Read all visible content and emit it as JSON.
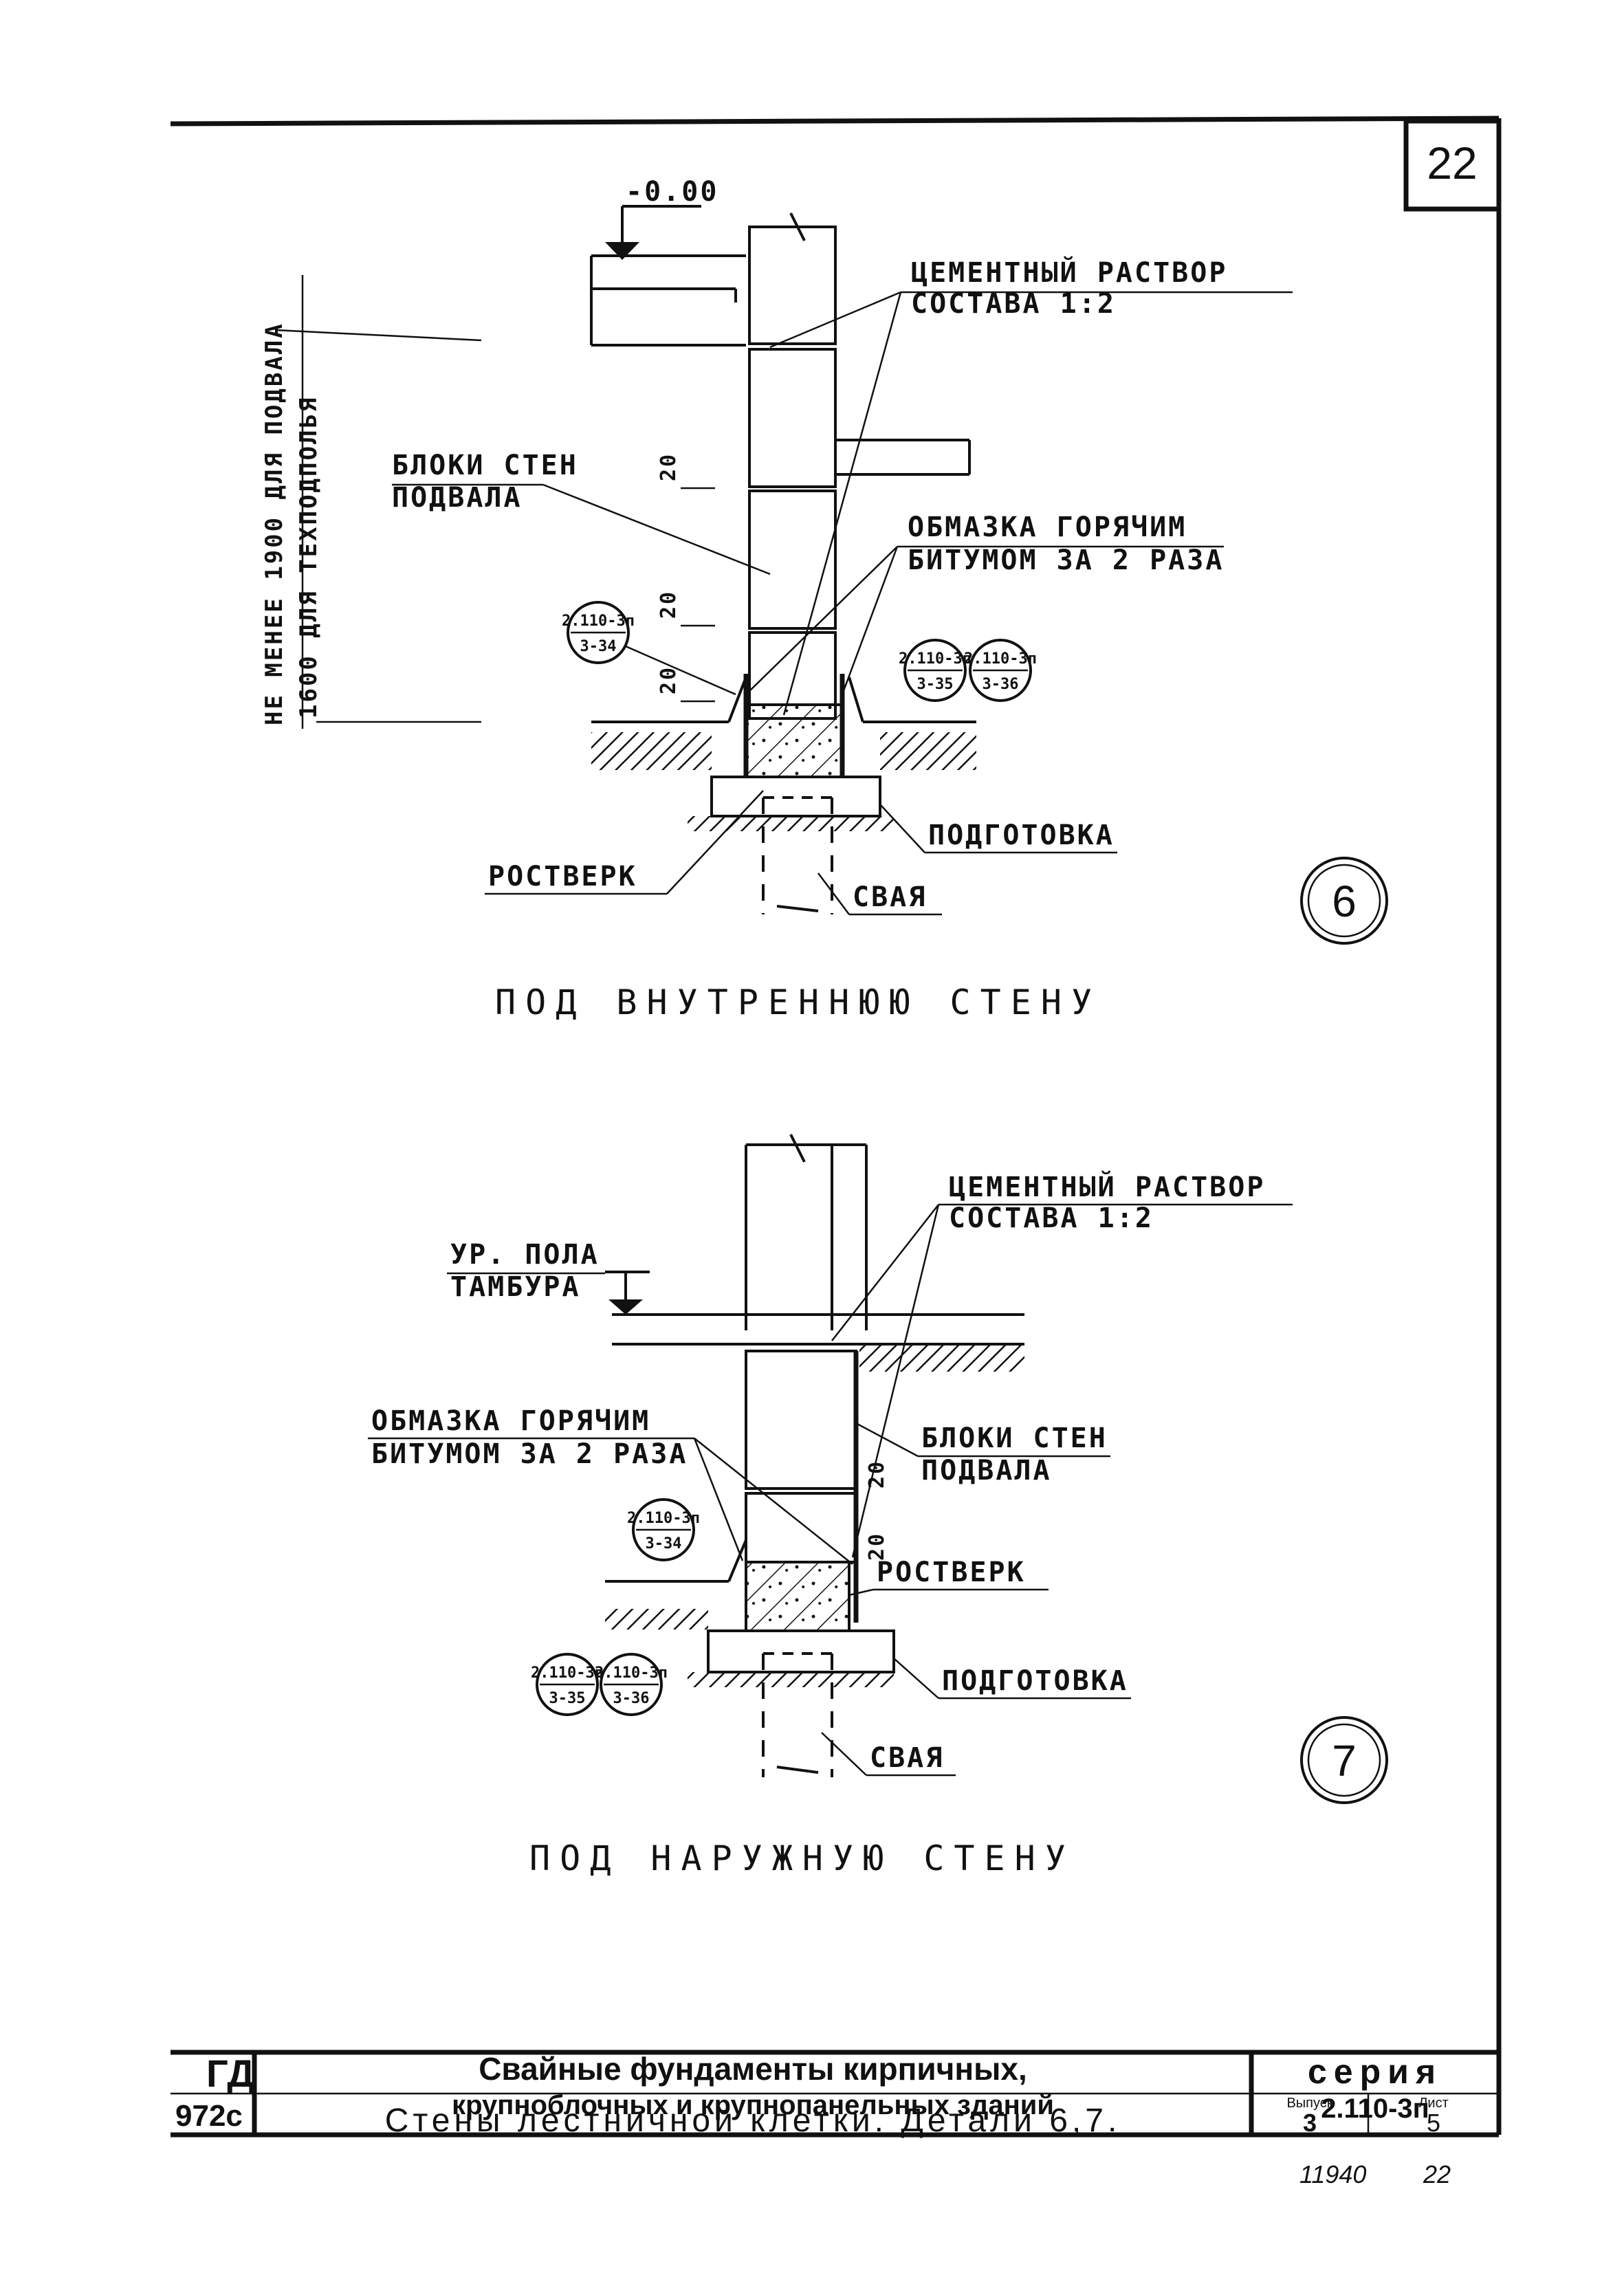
{
  "sheet": {
    "page_number": "22",
    "footer_number": "11940",
    "footer_page": "22"
  },
  "detail6": {
    "elevation": "-0.00",
    "vertical_note_1": "НЕ МЕНЕЕ 1900 ДЛЯ ПОДВАЛА",
    "vertical_note_2": "1600 ДЛЯ ТЕХПОДПОЛЬЯ",
    "mortar_line1": "ЦЕМЕНТНЫЙ РАСТВОР",
    "mortar_line2": "СОСТАВА 1:2",
    "blocks_line1": "БЛОКИ СТЕН",
    "blocks_line2": "ПОДВАЛА",
    "bitumen_line1": "ОБМАЗКА ГОРЯЧИМ",
    "bitumen_line2": "БИТУМОМ ЗА 2 РАЗА",
    "dim_20": "20",
    "ref_a_top": "2.110-3п",
    "ref_a_bottom": "3-34",
    "ref_b_top": "2.110-3п",
    "ref_b_bottom": "3-35",
    "ref_c_top": "2.110-3п",
    "ref_c_bottom": "3-36",
    "prep": "ПОДГОТОВКА",
    "grillage": "РОСТВЕРК",
    "pile": "СВАЯ",
    "detail_no": "6",
    "caption": "ПОД ВНУТРЕННЮЮ СТЕНУ"
  },
  "detail7": {
    "mortar_line1": "ЦЕМЕНТНЫЙ РАСТВОР",
    "mortar_line2": "СОСТАВА 1:2",
    "floor_line1": "УР. ПОЛА",
    "floor_line2": "ТАМБУРА",
    "bitumen_line1": "ОБМАЗКА ГОРЯЧИМ",
    "bitumen_line2": "БИТУМОМ ЗА 2 РАЗА",
    "blocks_line1": "БЛОКИ СТЕН",
    "blocks_line2": "ПОДВАЛА",
    "dim_20": "20",
    "grillage": "РОСТВЕРК",
    "ref_a_top": "2.110-3п",
    "ref_a_bottom": "3-34",
    "ref_b_top": "2.110-3п",
    "ref_b_bottom": "3-35",
    "ref_c_top": "2.110-3п",
    "ref_c_bottom": "3-36",
    "prep": "ПОДГОТОВКА",
    "pile": "СВАЯ",
    "detail_no": "7",
    "caption": "ПОД НАРУЖНУЮ СТЕНУ"
  },
  "title_block": {
    "org": "ГД",
    "code": "972с",
    "title_line1": "Свайные фундаменты кирпичных,",
    "title_line2": "крупноблочных и крупнопанельных зданий",
    "sheet_title": "Стены лестничной клетки. Детали 6,7.",
    "series_label": "серия",
    "series_value": "2.110-3п",
    "issue_label": "Выпуск",
    "issue_value": "3",
    "sheet_label": "Лист",
    "sheet_value": "5"
  }
}
